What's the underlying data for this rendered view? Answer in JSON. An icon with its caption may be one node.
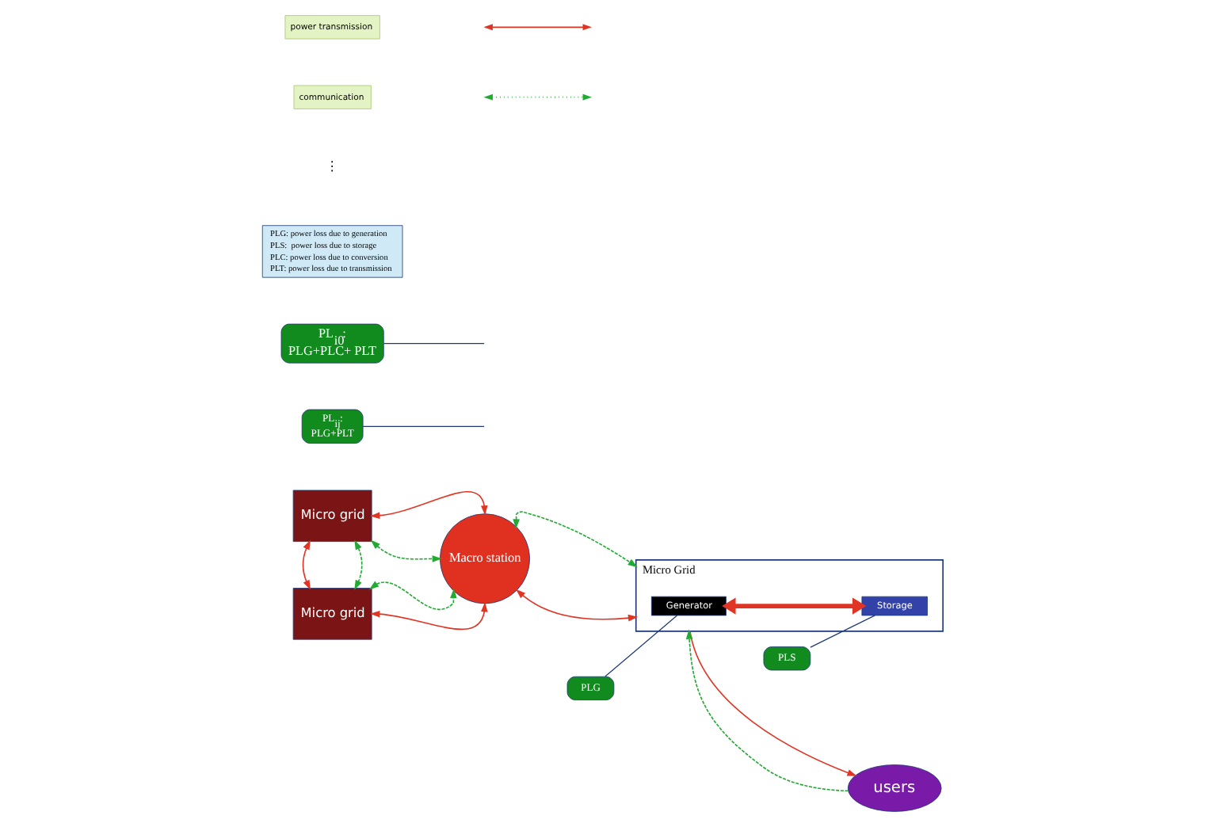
{
  "diagram": {
    "nodes": [
      {
        "text": [
          "Micro grid"
        ]
      },
      {
        "text": [
          "Micro grid"
        ]
      },
      {
        "text": [
          "Macro station"
        ]
      },
      {
        "text": [
          "Micro Grid"
        ]
      },
      {
        "text": [
          "Generator"
        ],
        "in": 3
      },
      {
        "text": [
          "Storage"
        ],
        "in": 3
      },
      {
        "text": [
          "users"
        ]
      },
      {
        "text": [
          "PL$_{ij}$:",
          "PLG+PLT"
        ]
      },
      {
        "text": [
          "PL$_{i0}$:",
          "PLG+PLC+ PLT"
        ]
      },
      {
        "text": [
          "PLG"
        ]
      },
      {
        "text": [
          "PLS"
        ]
      },
      {
        "text": [
          "PLG: power loss due to generation",
          "PLS:  power loss due to storage",
          "PLC: power loss due to conversion",
          "PLT: power loss due to transmission"
        ]
      }
    ],
    "edges": [
      {
        "from": 0,
        "to": 2,
        "arrow": "both"
      },
      {
        "from": 0,
        "to": 2,
        "arrow": "both",
        "style": "dashed",
        "color": "#22aa33"
      },
      {
        "from": 0,
        "to": 1,
        "arrow": "both",
        "style": "dashed",
        "color": "#22aa33"
      },
      {
        "from": 0,
        "to": 1,
        "arrow": "both"
      },
      {
        "from": 1,
        "to": 2,
        "arrow": "both",
        "style": "dashed",
        "color": "#22aa33"
      },
      {
        "from": 1,
        "to": 2,
        "arrow": "both"
      },
      {
        "from": 2,
        "to": 3,
        "arrow": "both",
        "style": "dashed",
        "color": "#22aa33"
      },
      {
        "from": 2,
        "to": 3,
        "arrow": "both"
      },
      {
        "from": 4,
        "to": 5,
        "arrow": "both",
        "style": "thick"
      },
      {
        "from": 3,
        "to": 6,
        "arrow": "to"
      },
      {
        "from": 6,
        "to": 3,
        "arrow": "to",
        "style": "dashed",
        "color": "#22aa33"
      },
      {
        "from": 7,
        "to": null,
        "arrow": "none",
        "color": "#1f3a78"
      },
      {
        "from": 8,
        "to": null,
        "arrow": "none",
        "color": "#1f3a78"
      },
      {
        "from": 9,
        "to": 4,
        "arrow": "none",
        "color": "#1f3a78"
      },
      {
        "from": 10,
        "to": 5,
        "arrow": "none",
        "color": "#1f3a78"
      }
    ],
    "labels": [
      "⋮"
    ],
    "legend": [
      {
        "text": "power transmission"
      },
      {
        "text": "communication"
      }
    ]
  }
}
